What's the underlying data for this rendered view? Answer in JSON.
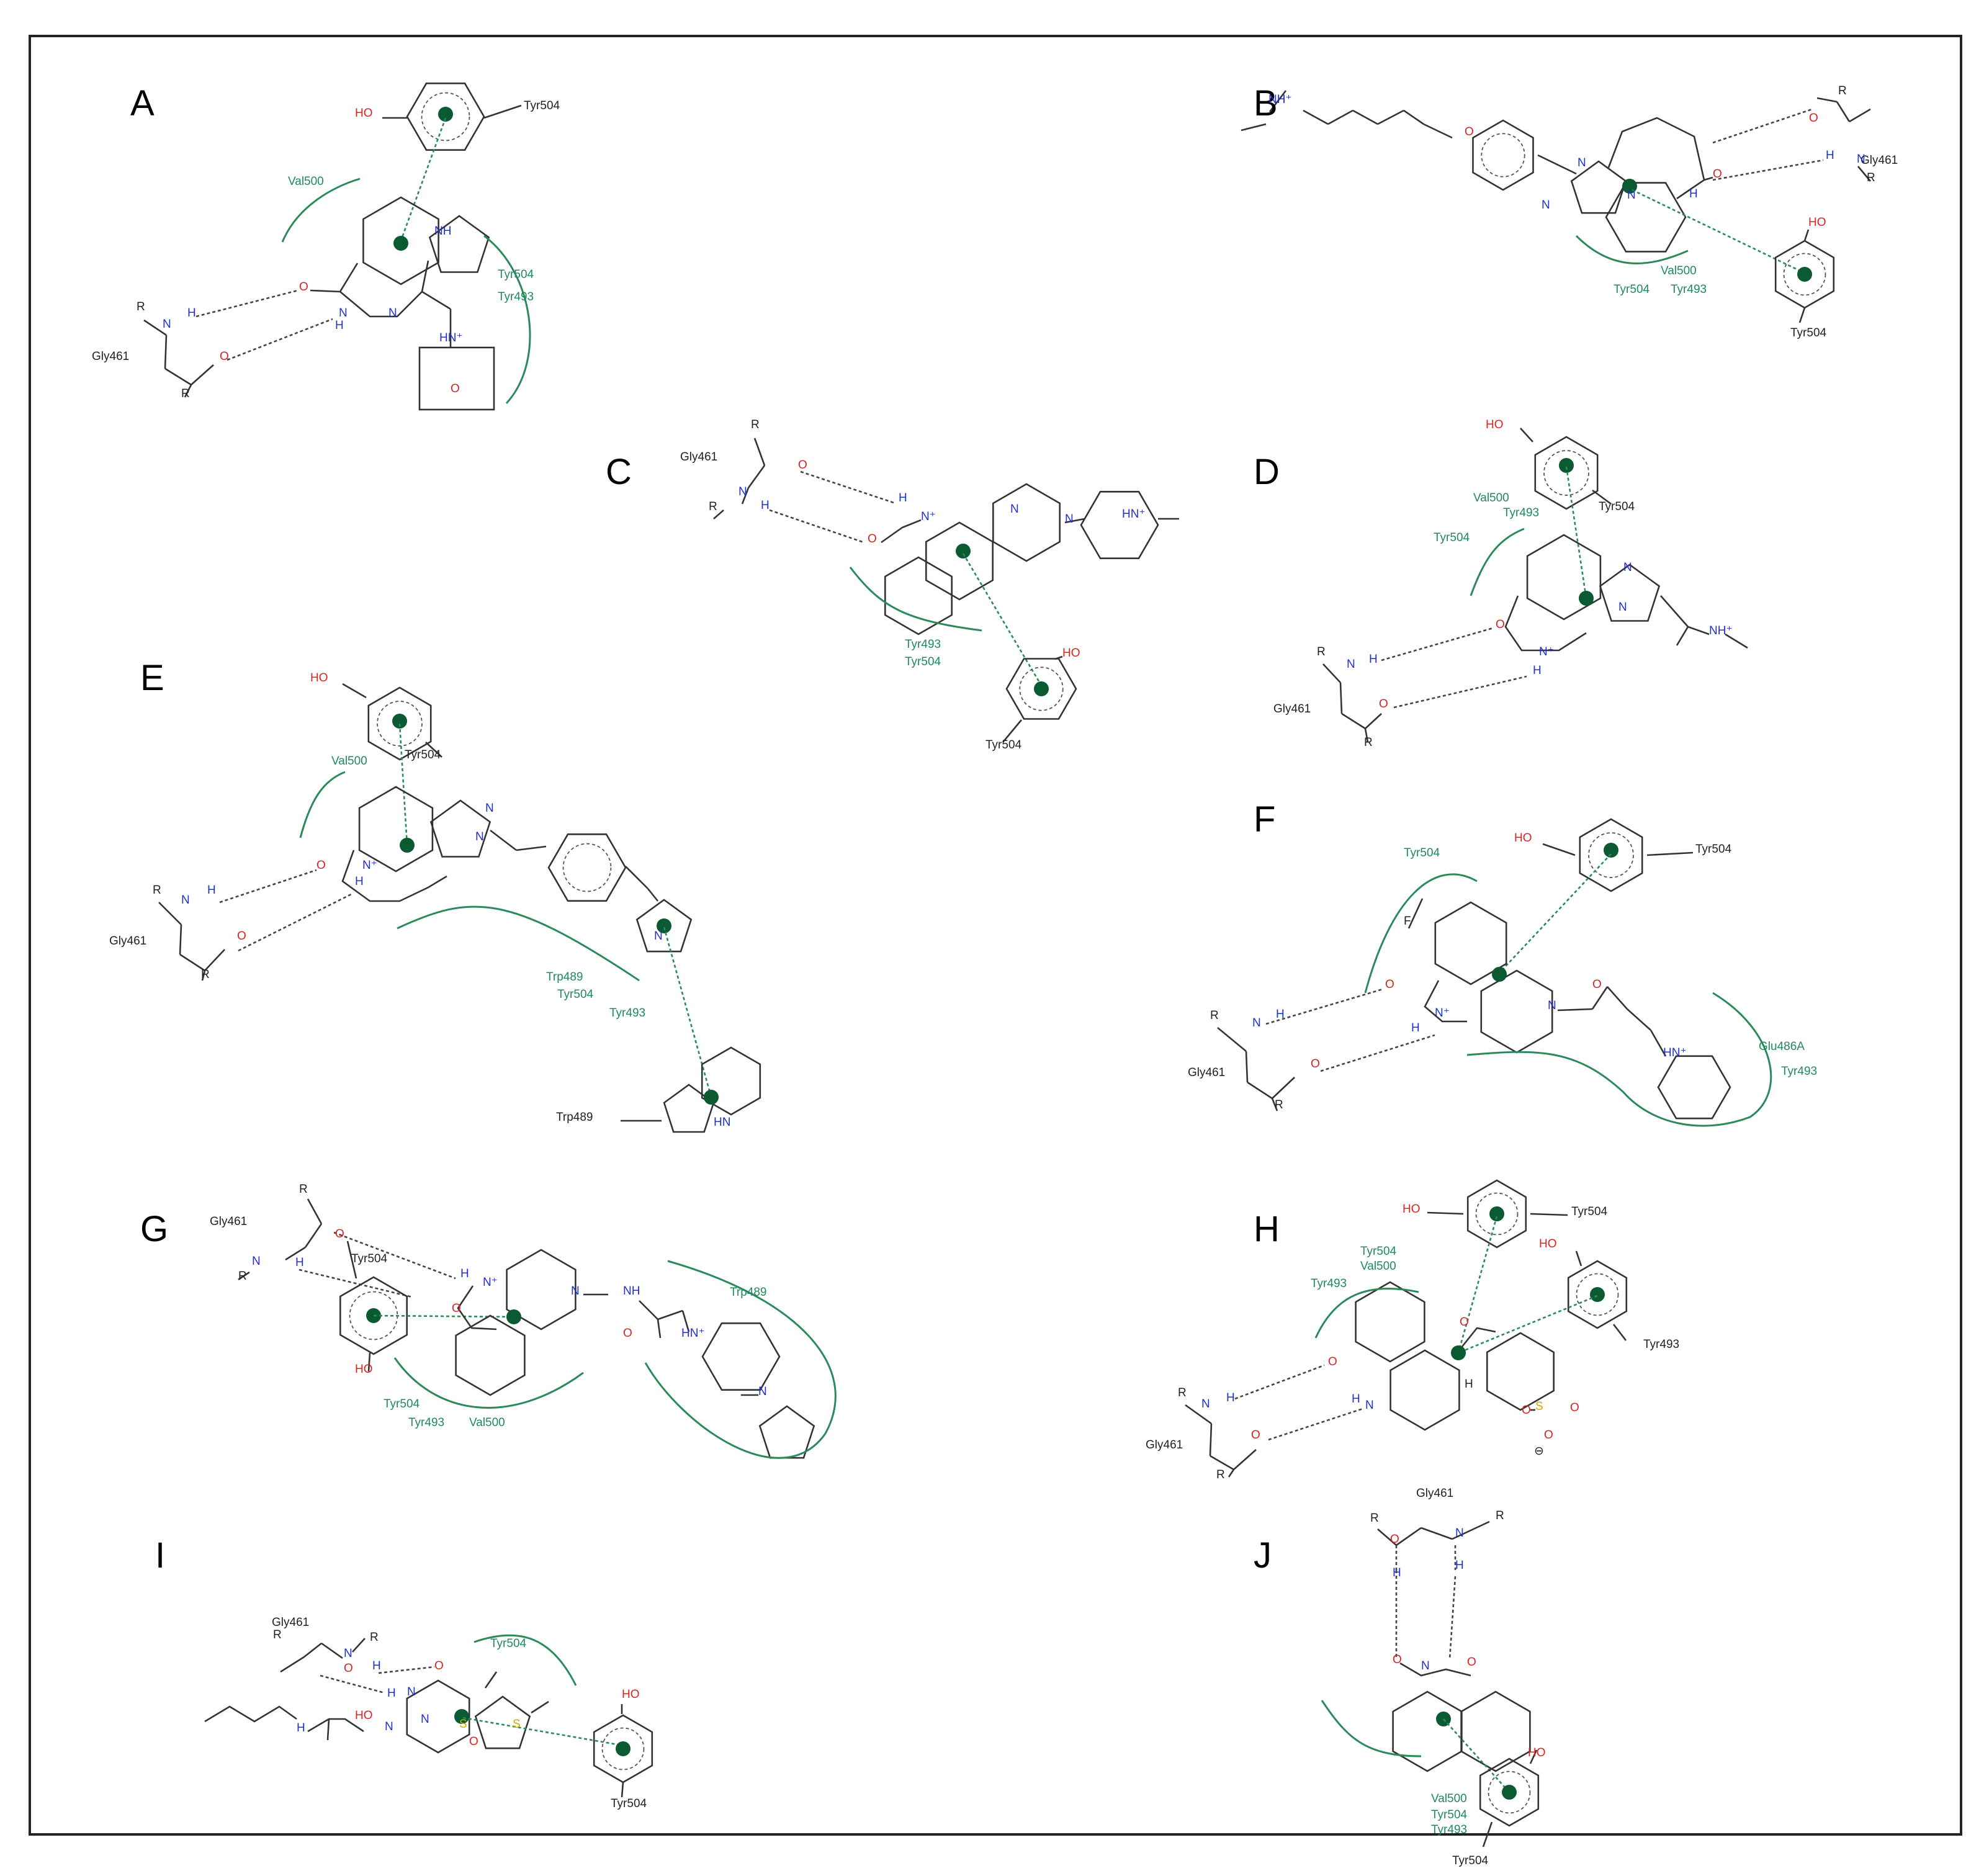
{
  "panels": [
    {
      "id": "A",
      "letter": "A",
      "labels": [
        {
          "text": "HO",
          "c": "red"
        },
        {
          "text": "Tyr504",
          "c": "res"
        },
        {
          "text": "Val500",
          "c": "grn"
        },
        {
          "text": "NH",
          "c": "blu"
        },
        {
          "text": "Tyr504",
          "c": "grn"
        },
        {
          "text": "Tyr493",
          "c": "grn"
        },
        {
          "text": "R",
          "c": "res"
        },
        {
          "text": "N",
          "c": "blu"
        },
        {
          "text": "H",
          "c": "blu"
        },
        {
          "text": "O",
          "c": "red"
        },
        {
          "text": "N",
          "c": "blu"
        },
        {
          "text": "N",
          "c": "blu"
        },
        {
          "text": "H",
          "c": "blu"
        },
        {
          "text": "HN⁺",
          "c": "blu"
        },
        {
          "text": "Gly461",
          "c": "res"
        },
        {
          "text": "O",
          "c": "red"
        },
        {
          "text": "R",
          "c": "res"
        },
        {
          "text": "O",
          "c": "red"
        }
      ]
    },
    {
      "id": "B",
      "letter": "B",
      "labels": [
        {
          "text": "NH⁺",
          "c": "blu"
        },
        {
          "text": "O",
          "c": "red"
        },
        {
          "text": "N",
          "c": "blu"
        },
        {
          "text": "N",
          "c": "blu"
        },
        {
          "text": "N",
          "c": "blu"
        },
        {
          "text": "H",
          "c": "blu"
        },
        {
          "text": "O",
          "c": "red"
        },
        {
          "text": "R",
          "c": "res"
        },
        {
          "text": "O",
          "c": "red"
        },
        {
          "text": "Gly461",
          "c": "res"
        },
        {
          "text": "H",
          "c": "blu"
        },
        {
          "text": "N",
          "c": "blu"
        },
        {
          "text": "R",
          "c": "res"
        },
        {
          "text": "HO",
          "c": "red"
        },
        {
          "text": "Val500",
          "c": "grn"
        },
        {
          "text": "Tyr504",
          "c": "grn"
        },
        {
          "text": "Tyr493",
          "c": "grn"
        },
        {
          "text": "Tyr504",
          "c": "res"
        }
      ]
    },
    {
      "id": "C",
      "letter": "C",
      "labels": [
        {
          "text": "R",
          "c": "res"
        },
        {
          "text": "Gly461",
          "c": "res"
        },
        {
          "text": "O",
          "c": "red"
        },
        {
          "text": "N",
          "c": "blu"
        },
        {
          "text": "H",
          "c": "blu"
        },
        {
          "text": "R",
          "c": "res"
        },
        {
          "text": "H",
          "c": "blu"
        },
        {
          "text": "N⁺",
          "c": "blu"
        },
        {
          "text": "O",
          "c": "red"
        },
        {
          "text": "N",
          "c": "blu"
        },
        {
          "text": "N",
          "c": "blu"
        },
        {
          "text": "HN⁺",
          "c": "blu"
        },
        {
          "text": "Tyr493",
          "c": "grn"
        },
        {
          "text": "Tyr504",
          "c": "grn"
        },
        {
          "text": "HO",
          "c": "red"
        },
        {
          "text": "Tyr504",
          "c": "res"
        }
      ]
    },
    {
      "id": "D",
      "letter": "D",
      "labels": [
        {
          "text": "HO",
          "c": "red"
        },
        {
          "text": "Tyr504",
          "c": "res"
        },
        {
          "text": "Val500",
          "c": "grn"
        },
        {
          "text": "Tyr493",
          "c": "grn"
        },
        {
          "text": "Tyr504",
          "c": "grn"
        },
        {
          "text": "N",
          "c": "blu"
        },
        {
          "text": "N",
          "c": "blu"
        },
        {
          "text": "NH⁺",
          "c": "blu"
        },
        {
          "text": "O",
          "c": "red"
        },
        {
          "text": "R",
          "c": "res"
        },
        {
          "text": "N",
          "c": "blu"
        },
        {
          "text": "H",
          "c": "blu"
        },
        {
          "text": "H",
          "c": "blu"
        },
        {
          "text": "N⁺",
          "c": "blu"
        },
        {
          "text": "Gly461",
          "c": "res"
        },
        {
          "text": "O",
          "c": "red"
        },
        {
          "text": "R",
          "c": "res"
        }
      ]
    },
    {
      "id": "E",
      "letter": "E",
      "labels": [
        {
          "text": "HO",
          "c": "red"
        },
        {
          "text": "Tyr504",
          "c": "res"
        },
        {
          "text": "Val500",
          "c": "grn"
        },
        {
          "text": "N",
          "c": "blu"
        },
        {
          "text": "N",
          "c": "blu"
        },
        {
          "text": "O",
          "c": "red"
        },
        {
          "text": "R",
          "c": "res"
        },
        {
          "text": "N",
          "c": "blu"
        },
        {
          "text": "H",
          "c": "blu"
        },
        {
          "text": "H",
          "c": "blu"
        },
        {
          "text": "N⁺",
          "c": "blu"
        },
        {
          "text": "Gly461",
          "c": "res"
        },
        {
          "text": "O",
          "c": "red"
        },
        {
          "text": "R",
          "c": "res"
        },
        {
          "text": "N",
          "c": "blu"
        },
        {
          "text": "Trp489",
          "c": "grn"
        },
        {
          "text": "Tyr504",
          "c": "grn"
        },
        {
          "text": "Tyr493",
          "c": "grn"
        },
        {
          "text": "Trp489",
          "c": "res"
        },
        {
          "text": "HN",
          "c": "blu"
        }
      ]
    },
    {
      "id": "F",
      "letter": "F",
      "labels": [
        {
          "text": "HO",
          "c": "red"
        },
        {
          "text": "Tyr504",
          "c": "res"
        },
        {
          "text": "Tyr504",
          "c": "grn"
        },
        {
          "text": "F",
          "c": "res"
        },
        {
          "text": "O",
          "c": "red"
        },
        {
          "text": "R",
          "c": "res"
        },
        {
          "text": "N",
          "c": "blu"
        },
        {
          "text": "H",
          "c": "blu"
        },
        {
          "text": "N⁺",
          "c": "blu"
        },
        {
          "text": "H",
          "c": "blu"
        },
        {
          "text": "N",
          "c": "blu"
        },
        {
          "text": "O",
          "c": "red"
        },
        {
          "text": "HN⁺",
          "c": "blu"
        },
        {
          "text": "Glu486A",
          "c": "grn"
        },
        {
          "text": "Tyr493",
          "c": "grn"
        },
        {
          "text": "Gly461",
          "c": "res"
        },
        {
          "text": "O",
          "c": "red"
        },
        {
          "text": "R",
          "c": "res"
        }
      ]
    },
    {
      "id": "G",
      "letter": "G",
      "labels": [
        {
          "text": "R",
          "c": "res"
        },
        {
          "text": "Gly461",
          "c": "res"
        },
        {
          "text": "O",
          "c": "red"
        },
        {
          "text": "N",
          "c": "blu"
        },
        {
          "text": "H",
          "c": "blu"
        },
        {
          "text": "R",
          "c": "res"
        },
        {
          "text": "Tyr504",
          "c": "res"
        },
        {
          "text": "H",
          "c": "blu"
        },
        {
          "text": "N⁺",
          "c": "blu"
        },
        {
          "text": "O",
          "c": "red"
        },
        {
          "text": "N",
          "c": "blu"
        },
        {
          "text": "NH",
          "c": "blu"
        },
        {
          "text": "O",
          "c": "red"
        },
        {
          "text": "HN⁺",
          "c": "blu"
        },
        {
          "text": "N",
          "c": "blu"
        },
        {
          "text": "Trp489",
          "c": "grn"
        },
        {
          "text": "HO",
          "c": "red"
        },
        {
          "text": "Tyr504",
          "c": "grn"
        },
        {
          "text": "Tyr493",
          "c": "grn"
        },
        {
          "text": "Val500",
          "c": "grn"
        }
      ]
    },
    {
      "id": "H",
      "letter": "H",
      "labels": [
        {
          "text": "HO",
          "c": "red"
        },
        {
          "text": "Tyr504",
          "c": "res"
        },
        {
          "text": "Tyr504",
          "c": "grn"
        },
        {
          "text": "Val500",
          "c": "grn"
        },
        {
          "text": "Tyr493",
          "c": "grn"
        },
        {
          "text": "HO",
          "c": "red"
        },
        {
          "text": "O",
          "c": "red"
        },
        {
          "text": "Tyr493",
          "c": "res"
        },
        {
          "text": "O",
          "c": "red"
        },
        {
          "text": "H",
          "c": "res"
        },
        {
          "text": "R",
          "c": "res"
        },
        {
          "text": "N",
          "c": "blu"
        },
        {
          "text": "H",
          "c": "blu"
        },
        {
          "text": "N",
          "c": "blu"
        },
        {
          "text": "H",
          "c": "blu"
        },
        {
          "text": "S",
          "c": "yel"
        },
        {
          "text": "O",
          "c": "red"
        },
        {
          "text": "O",
          "c": "red"
        },
        {
          "text": "O",
          "c": "red"
        },
        {
          "text": "⊖",
          "c": "res"
        },
        {
          "text": "Gly461",
          "c": "res"
        },
        {
          "text": "O",
          "c": "red"
        },
        {
          "text": "R",
          "c": "res"
        }
      ]
    },
    {
      "id": "I",
      "letter": "I",
      "labels": [
        {
          "text": "R",
          "c": "res"
        },
        {
          "text": "Gly461",
          "c": "res"
        },
        {
          "text": "N",
          "c": "blu"
        },
        {
          "text": "H",
          "c": "blu"
        },
        {
          "text": "R",
          "c": "res"
        },
        {
          "text": "O",
          "c": "red"
        },
        {
          "text": "O",
          "c": "red"
        },
        {
          "text": "Tyr504",
          "c": "grn"
        },
        {
          "text": "H",
          "c": "blu"
        },
        {
          "text": "N",
          "c": "blu"
        },
        {
          "text": "N",
          "c": "blu"
        },
        {
          "text": "S",
          "c": "yel"
        },
        {
          "text": "HO",
          "c": "red"
        },
        {
          "text": "H",
          "c": "blu"
        },
        {
          "text": "N",
          "c": "blu"
        },
        {
          "text": "O",
          "c": "red"
        },
        {
          "text": "S",
          "c": "yel"
        },
        {
          "text": "HO",
          "c": "red"
        },
        {
          "text": "Tyr504",
          "c": "res"
        }
      ]
    },
    {
      "id": "J",
      "letter": "J",
      "labels": [
        {
          "text": "Gly461",
          "c": "res"
        },
        {
          "text": "R",
          "c": "res"
        },
        {
          "text": "N",
          "c": "blu"
        },
        {
          "text": "R",
          "c": "res"
        },
        {
          "text": "O",
          "c": "red"
        },
        {
          "text": "H",
          "c": "blu"
        },
        {
          "text": "H",
          "c": "blu"
        },
        {
          "text": "O",
          "c": "red"
        },
        {
          "text": "N",
          "c": "blu"
        },
        {
          "text": "O",
          "c": "red"
        },
        {
          "text": "HO",
          "c": "red"
        },
        {
          "text": "Val500",
          "c": "grn"
        },
        {
          "text": "Tyr504",
          "c": "grn"
        },
        {
          "text": "Tyr493",
          "c": "grn"
        },
        {
          "text": "Tyr504",
          "c": "res"
        }
      ]
    }
  ],
  "colors": {
    "frame": "#222222",
    "bond": "#333333",
    "hydrophobic_arc": "#2a8a5a",
    "pi_centroid": "#0b5a32",
    "oxygen": "#e02020",
    "nitrogen": "#1f2fd0",
    "sulfur": "#d4a800",
    "residue_label": "#222222",
    "hydrophobic_label": "#1e8a5e"
  }
}
